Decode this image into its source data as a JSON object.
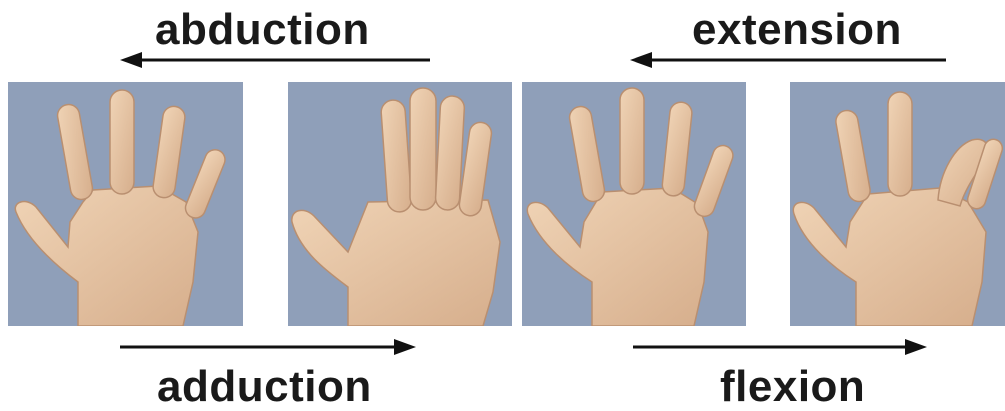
{
  "labels": {
    "abduction": "abduction",
    "extension": "extension",
    "adduction": "adduction",
    "flexion": "flexion"
  },
  "panels": [
    {
      "name": "hand-fingers-spread",
      "state": "abduction / extension"
    },
    {
      "name": "hand-fingers-together",
      "state": "adduction"
    },
    {
      "name": "hand-fingers-spread-2",
      "state": "extension"
    },
    {
      "name": "hand-ring-finger-flexed",
      "state": "flexion"
    }
  ],
  "colors": {
    "text": "#1a1a1a",
    "arrow": "#111111",
    "background_panel": "#8b9db8",
    "skin": "#e8c8a8",
    "skin_shadow": "#c9a386"
  }
}
